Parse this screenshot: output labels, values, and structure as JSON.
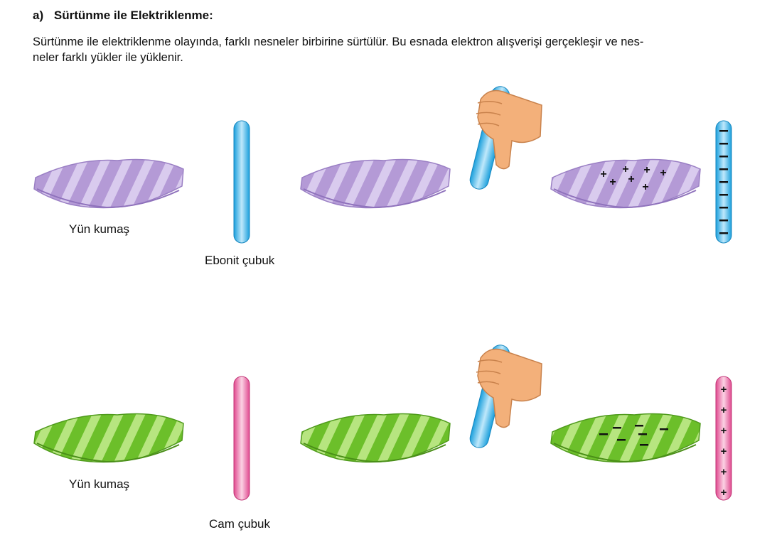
{
  "section": {
    "number": "a)",
    "title": "Sürtünme ile Elektriklenme:"
  },
  "paragraph": {
    "line1": "Sürtünme ile elektriklenme olayında, farklı nesneler birbirine sürtülür. Bu esnada elektron alışverişi gerçekleşir ve nes-",
    "line2": "neler farklı yükler ile yüklenir."
  },
  "rows": [
    {
      "cloth_label": "Yün kumaş",
      "rod_label": "Ebonit çubuk",
      "cloth_color": "#b49ad6",
      "rod_color": "#3cb4e6",
      "charged_cloth_symbol": "+",
      "charged_rod_symbol": "−"
    },
    {
      "cloth_label": "Yün kumaş",
      "rod_label": "Cam çubuk",
      "cloth_color": "#7cc83c",
      "rod_color": "#e8599a",
      "charged_cloth_symbol": "−",
      "charged_rod_symbol": "+"
    }
  ],
  "colors": {
    "hand": "#f3b07a",
    "rubbing_rod": "#3cb4e6"
  },
  "icons": [
    "cloth-icon",
    "rod-icon",
    "hand-holding-rod-icon"
  ]
}
